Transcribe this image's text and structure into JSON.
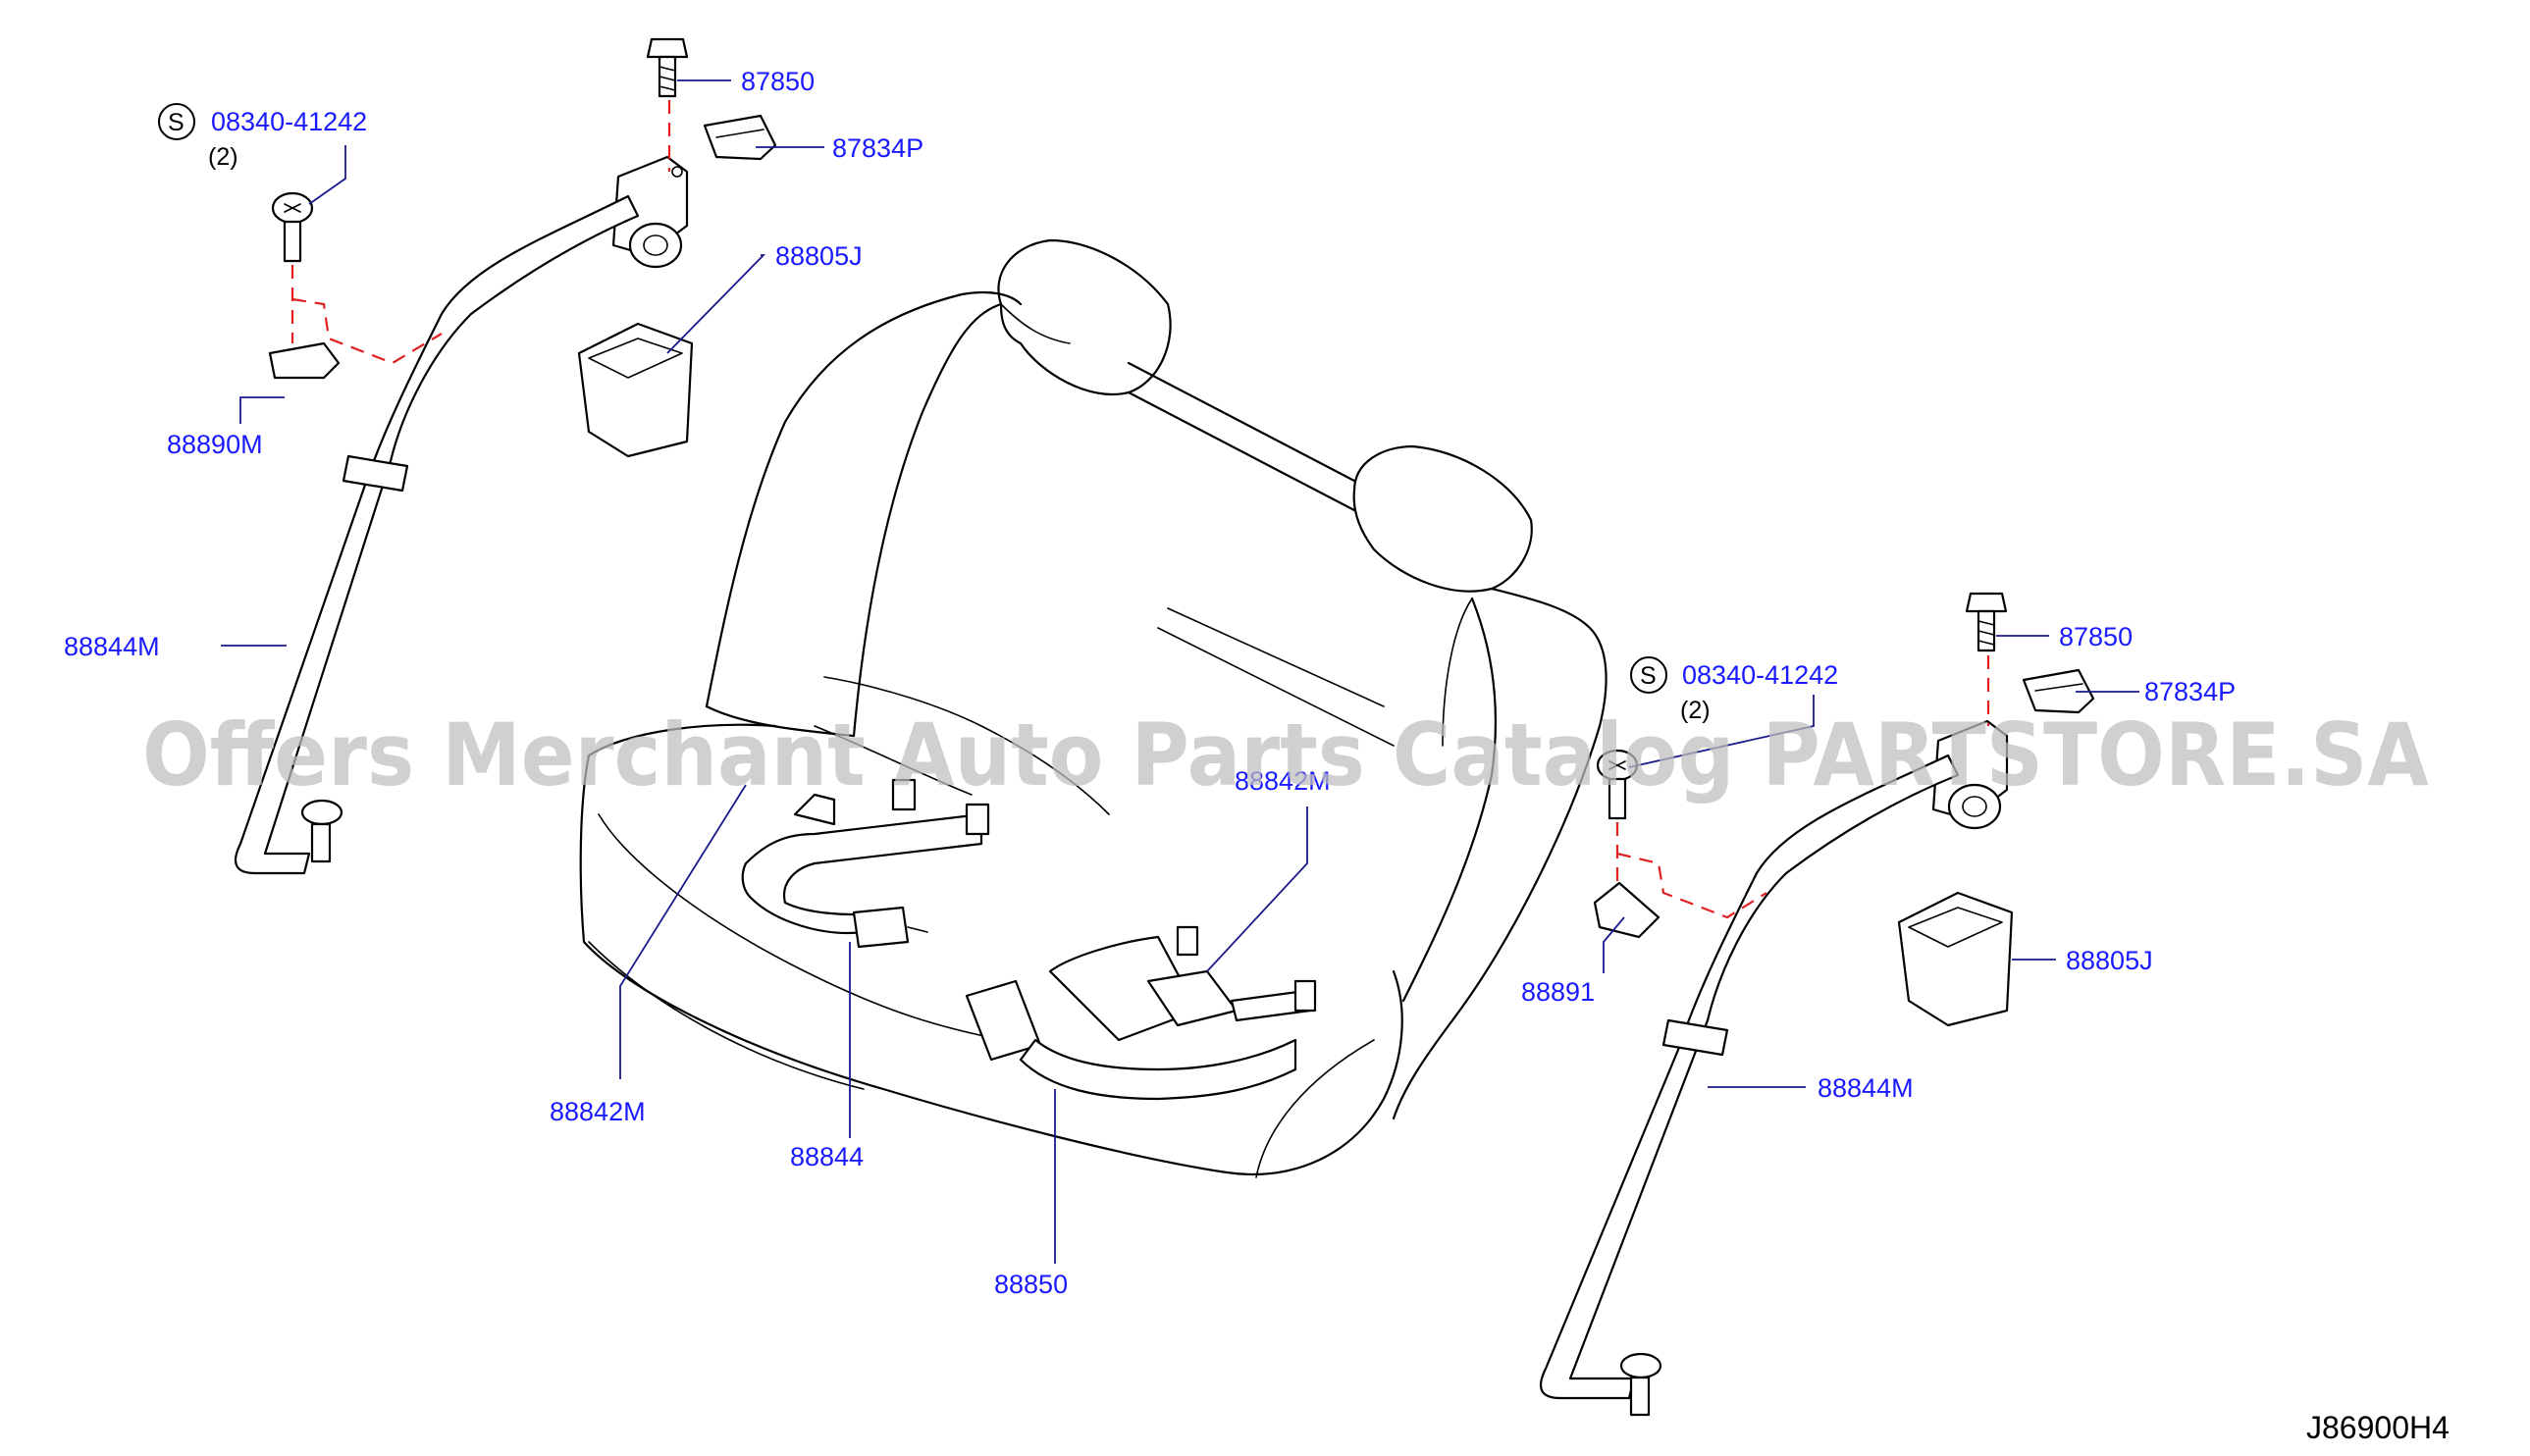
{
  "diagram": {
    "code": "J86900H4",
    "watermark": "Offers Merchant Auto Parts Catalog PARTSTORE.SA",
    "std_part_mark": "S",
    "callouts": {
      "bolt_left": "87850",
      "cover_left": "87834P",
      "std_bolt_left": "08340-41242",
      "std_qty_left": "(2)",
      "guide_left": "88890M",
      "escutcheon_left": "88805J",
      "belt_left": "88844M",
      "buckle_center_left": "88842M",
      "buckle_center_2": "88844",
      "buckle_center_3": "88850",
      "buckle_right_top": "88842M",
      "bolt_right": "87850",
      "cover_right": "87834P",
      "std_bolt_right": "08340-41242",
      "std_qty_right": "(2)",
      "guide_right": "88891",
      "escutcheon_right": "88805J",
      "belt_right": "88844M"
    }
  }
}
